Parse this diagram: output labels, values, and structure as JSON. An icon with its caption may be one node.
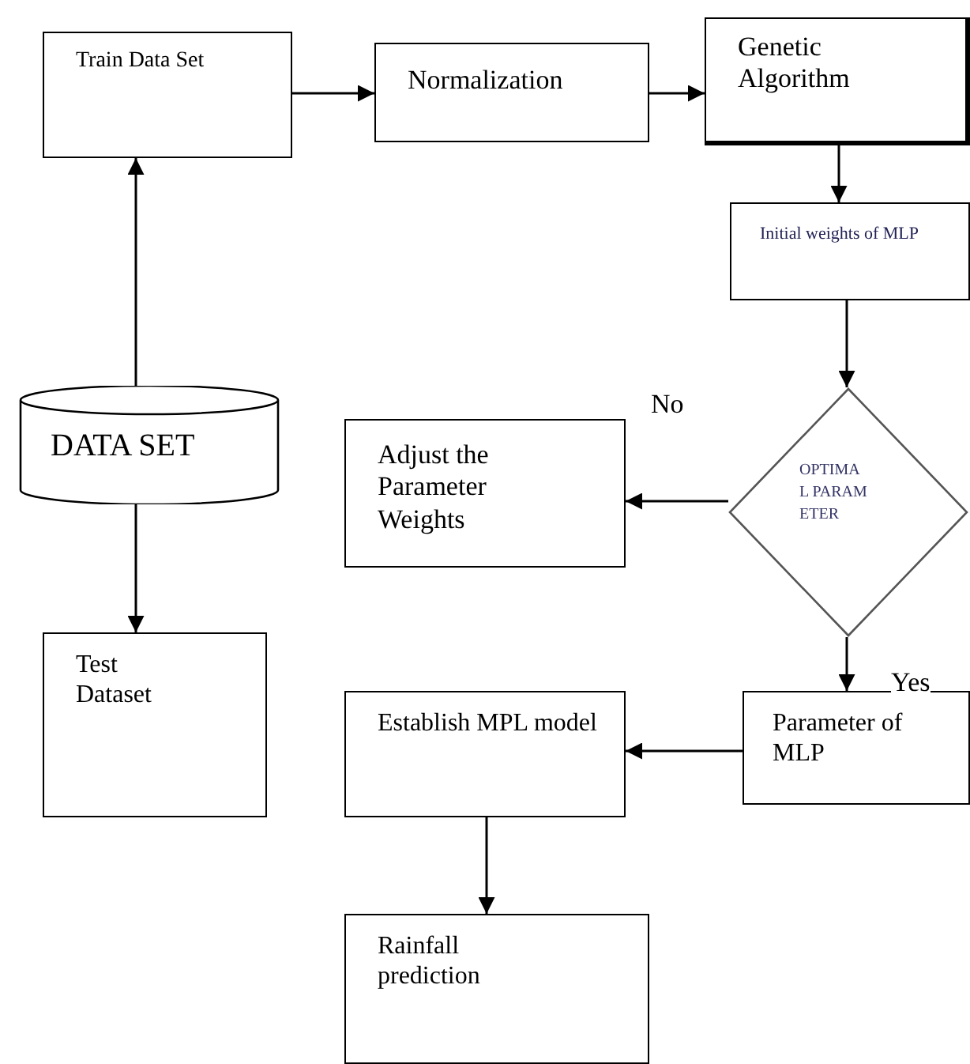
{
  "diagram": {
    "nodes": [
      {
        "text": [
          "Train Data Set"
        ]
      },
      {
        "text": [
          "Normalization"
        ]
      },
      {
        "text": [
          "Genetic Algorithm"
        ]
      },
      {
        "text": [
          "Initial weights of MLP"
        ]
      },
      {
        "text": [
          "OPTIMA L PARAM ETER"
        ]
      },
      {
        "text": [
          "Adjust the Parameter Weights"
        ]
      },
      {
        "text": [
          "DATA SET"
        ]
      },
      {
        "text": [
          "Test Dataset"
        ]
      },
      {
        "text": [
          "Parameter of MLP"
        ]
      },
      {
        "text": [
          "Establish MPL model"
        ]
      },
      {
        "text": [
          "Rainfall prediction"
        ]
      }
    ],
    "edges": [
      {
        "from": 6,
        "to": 0,
        "arrow": "to"
      },
      {
        "from": 0,
        "to": 1,
        "arrow": "to"
      },
      {
        "from": 1,
        "to": 2,
        "arrow": "to"
      },
      {
        "from": 2,
        "to": 3,
        "arrow": "to"
      },
      {
        "from": 3,
        "to": 4,
        "arrow": "to"
      },
      {
        "from": 4,
        "to": 5,
        "arrow": "to",
        "label": "No"
      },
      {
        "from": 4,
        "to": 8,
        "arrow": "to",
        "label": "Yes"
      },
      {
        "from": 6,
        "to": 7,
        "arrow": "to"
      },
      {
        "from": 8,
        "to": 9,
        "arrow": "to"
      },
      {
        "from": 9,
        "to": 10,
        "arrow": "to"
      }
    ]
  }
}
